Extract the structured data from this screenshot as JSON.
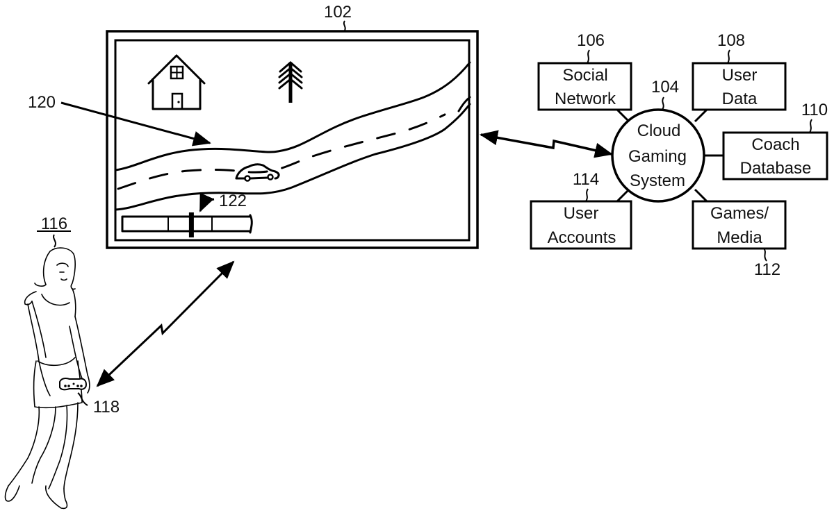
{
  "reference_numerals": {
    "display": "102",
    "cloud_system": "104",
    "social_network": "106",
    "user_data": "108",
    "coach_database": "110",
    "games_media": "112",
    "user_accounts": "114",
    "user": "116",
    "controller": "118",
    "game_scene": "120",
    "progress_indicator": "122"
  },
  "cloud_system": {
    "lines": [
      "Cloud",
      "Gaming",
      "System"
    ]
  },
  "boxes": {
    "social_network": [
      "Social",
      "Network"
    ],
    "user_data": [
      "User",
      "Data"
    ],
    "coach_database": [
      "Coach",
      "Database"
    ],
    "user_accounts": [
      "User",
      "Accounts"
    ],
    "games_media": [
      "Games/",
      "Media"
    ]
  },
  "game_scene": {
    "icons": [
      "house-icon",
      "pine-tree-icon",
      "car-icon",
      "road"
    ],
    "progress_bar": {
      "segments": 4,
      "marker_position": 0.54
    }
  },
  "colors": {
    "line": "#000000",
    "background": "#ffffff"
  }
}
